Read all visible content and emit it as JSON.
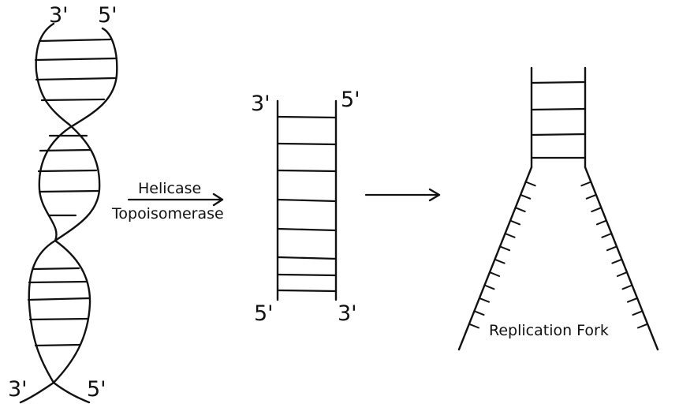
{
  "helix": {
    "top_left_end": "3'",
    "top_right_end": "5'",
    "bottom_left_end": "3'",
    "bottom_right_end": "5'"
  },
  "enzymes": {
    "line1": "Helicase",
    "line2": "Topoisomerase"
  },
  "ladder": {
    "top_left_end": "3'",
    "top_right_end": "5'",
    "bottom_left_end": "5'",
    "bottom_right_end": "3'"
  },
  "fork": {
    "label": "Replication Fork"
  },
  "colors": {
    "ink": "#111111",
    "background": "#ffffff"
  }
}
